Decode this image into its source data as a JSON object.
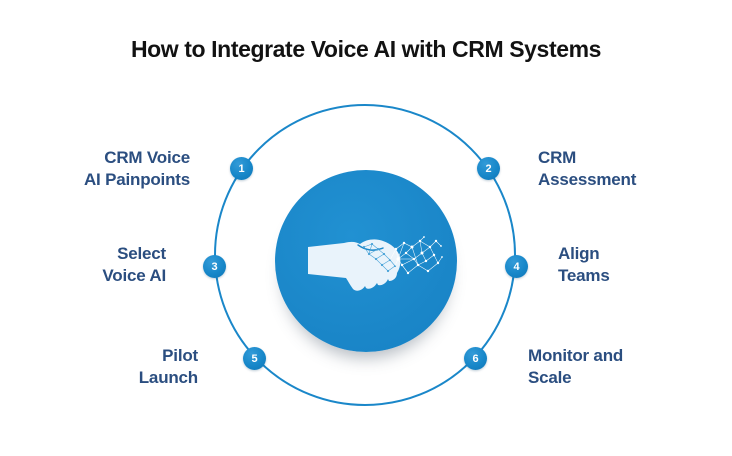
{
  "title": "How to Integrate Voice AI with CRM Systems",
  "diagram": {
    "center_icon": "handshake-ai-network",
    "steps": [
      {
        "number": "1",
        "line1": "CRM Voice",
        "line2": "AI Painpoints",
        "position": "top-left"
      },
      {
        "number": "2",
        "line1": "CRM",
        "line2": "Assessment",
        "position": "top-right"
      },
      {
        "number": "3",
        "line1": "Select",
        "line2": "Voice AI",
        "position": "middle-left"
      },
      {
        "number": "4",
        "line1": "Align",
        "line2": "Teams",
        "position": "middle-right"
      },
      {
        "number": "5",
        "line1": "Pilot",
        "line2": "Launch",
        "position": "bottom-left"
      },
      {
        "number": "6",
        "line1": "Monitor and",
        "line2": "Scale",
        "position": "bottom-right"
      }
    ]
  },
  "colors": {
    "accent_blue": "#1a87c9",
    "badge_blue": "#1787c9",
    "label_navy": "#2b4e80",
    "title_black": "#121212",
    "hand_light": "#e9f3fb",
    "background": "#ffffff"
  }
}
